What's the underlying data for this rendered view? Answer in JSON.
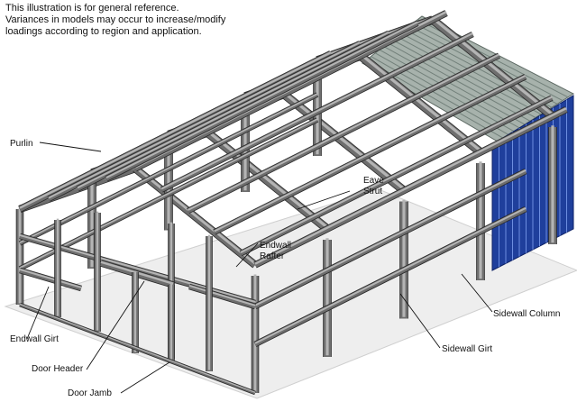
{
  "note": {
    "line1": "This illustration is for general reference.",
    "line2": "Variances in models may occur to increase/modify",
    "line3": "loadings according to region and application."
  },
  "labels": {
    "purlin": "Purlin",
    "eave_strut_1": "Eave",
    "eave_strut_2": "Strut",
    "endwall_rafter_1": "Endwall",
    "endwall_rafter_2": "Rafter",
    "sidewall_column": "Sidewall Column",
    "sidewall_girt": "Sidewall Girt",
    "endwall_girt": "Endwall Girt",
    "door_header": "Door Header",
    "door_jamb": "Door Jamb"
  },
  "colors": {
    "steel_light": "#b4b4b4",
    "steel_dark": "#6e6e6e",
    "steel_edge": "#2a2a2a",
    "roof_panel": "#9aa5a0",
    "wall_panel": "#1d3f9a",
    "slab": "#e6e6e6"
  }
}
